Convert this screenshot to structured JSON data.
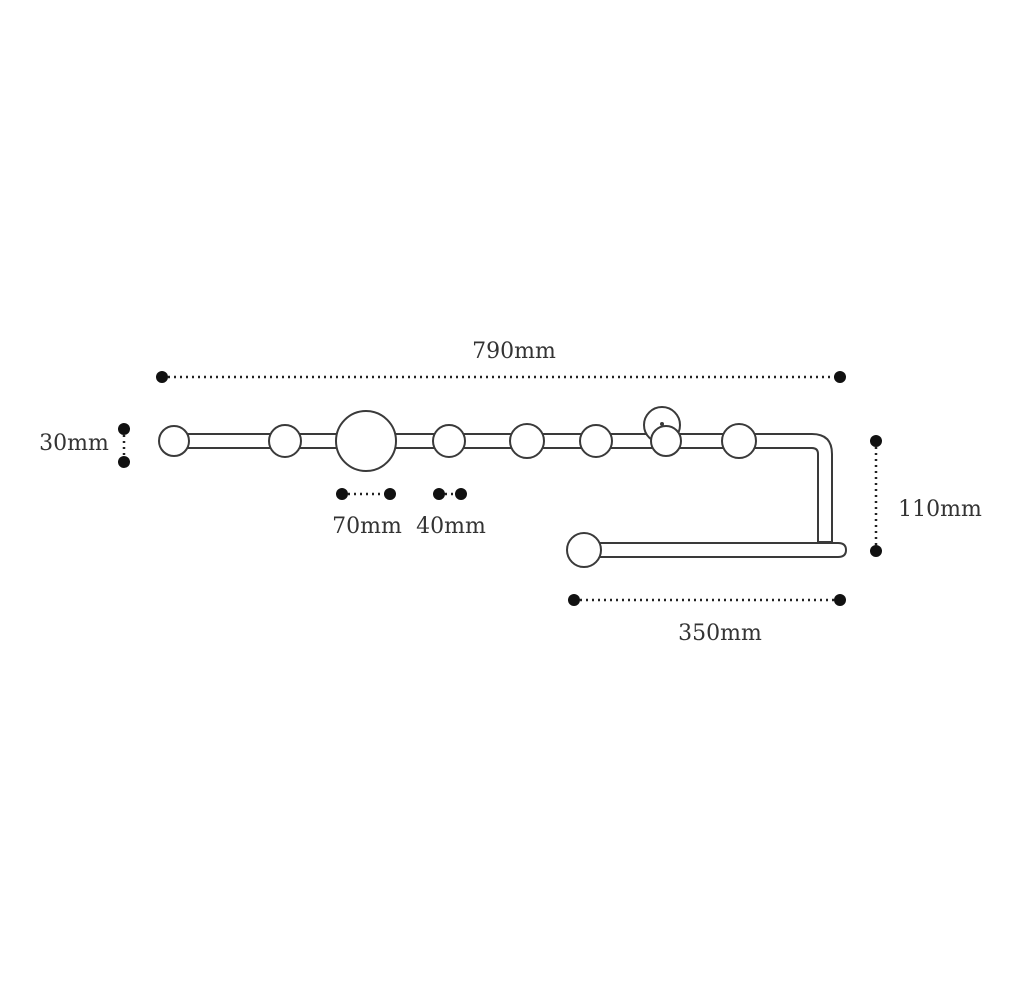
{
  "diagram": {
    "dimensions": {
      "total_length": "790mm",
      "height": "30mm",
      "large_ball": "70mm",
      "small_ball": "40mm",
      "drop": "110mm",
      "lower_bar": "350mm"
    }
  },
  "colors": {
    "outline": "#3a3a3a",
    "dimension_dot": "#111111",
    "label_text": "#333333"
  }
}
